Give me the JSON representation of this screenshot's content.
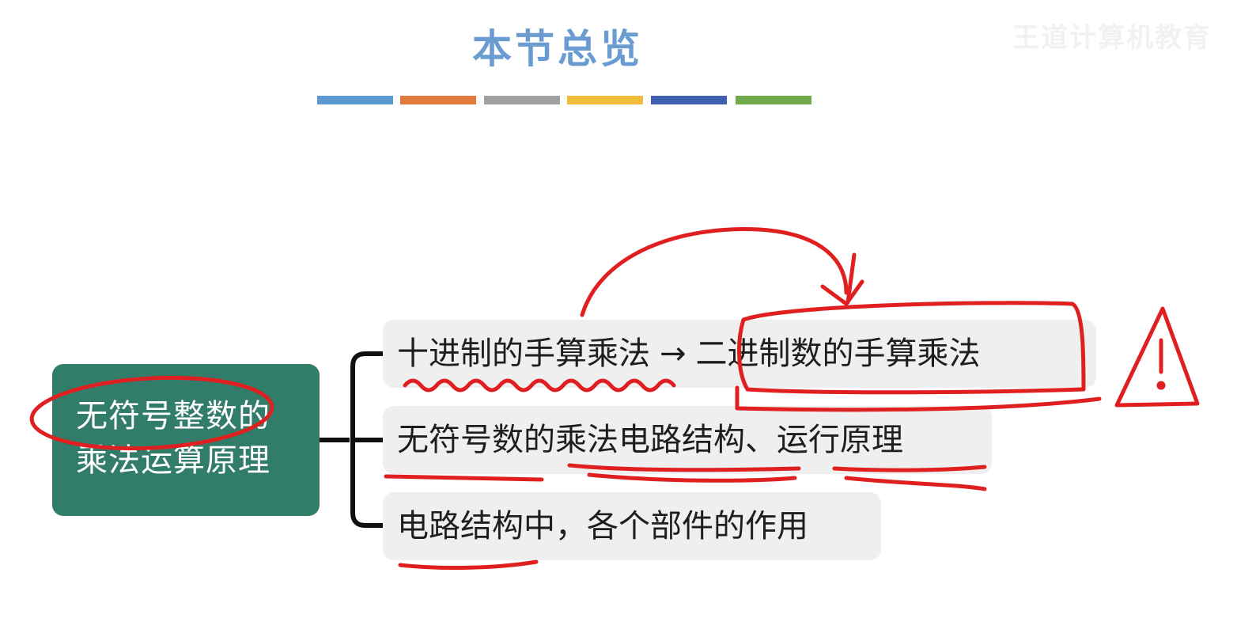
{
  "header": {
    "title": "本节总览",
    "watermark": "王道计算机教育",
    "color_bars": [
      "#5b97d1",
      "#e07b3c",
      "#a0a0a0",
      "#f0bc3a",
      "#3f5fb0",
      "#6fab48"
    ]
  },
  "mindmap": {
    "root": {
      "line1": "无符号整数的",
      "line2": "乘法运算原理"
    },
    "branches": [
      {
        "left": "十进制的手算乘法",
        "arrow": "→",
        "right": "二进制数的手算乘法"
      },
      {
        "text": "无符号数的乘法电路结构、运行原理"
      },
      {
        "text": "电路结构中，各个部件的作用"
      }
    ]
  },
  "annotations": {
    "ink_color": "#e02020",
    "warning_symbol": "!"
  }
}
